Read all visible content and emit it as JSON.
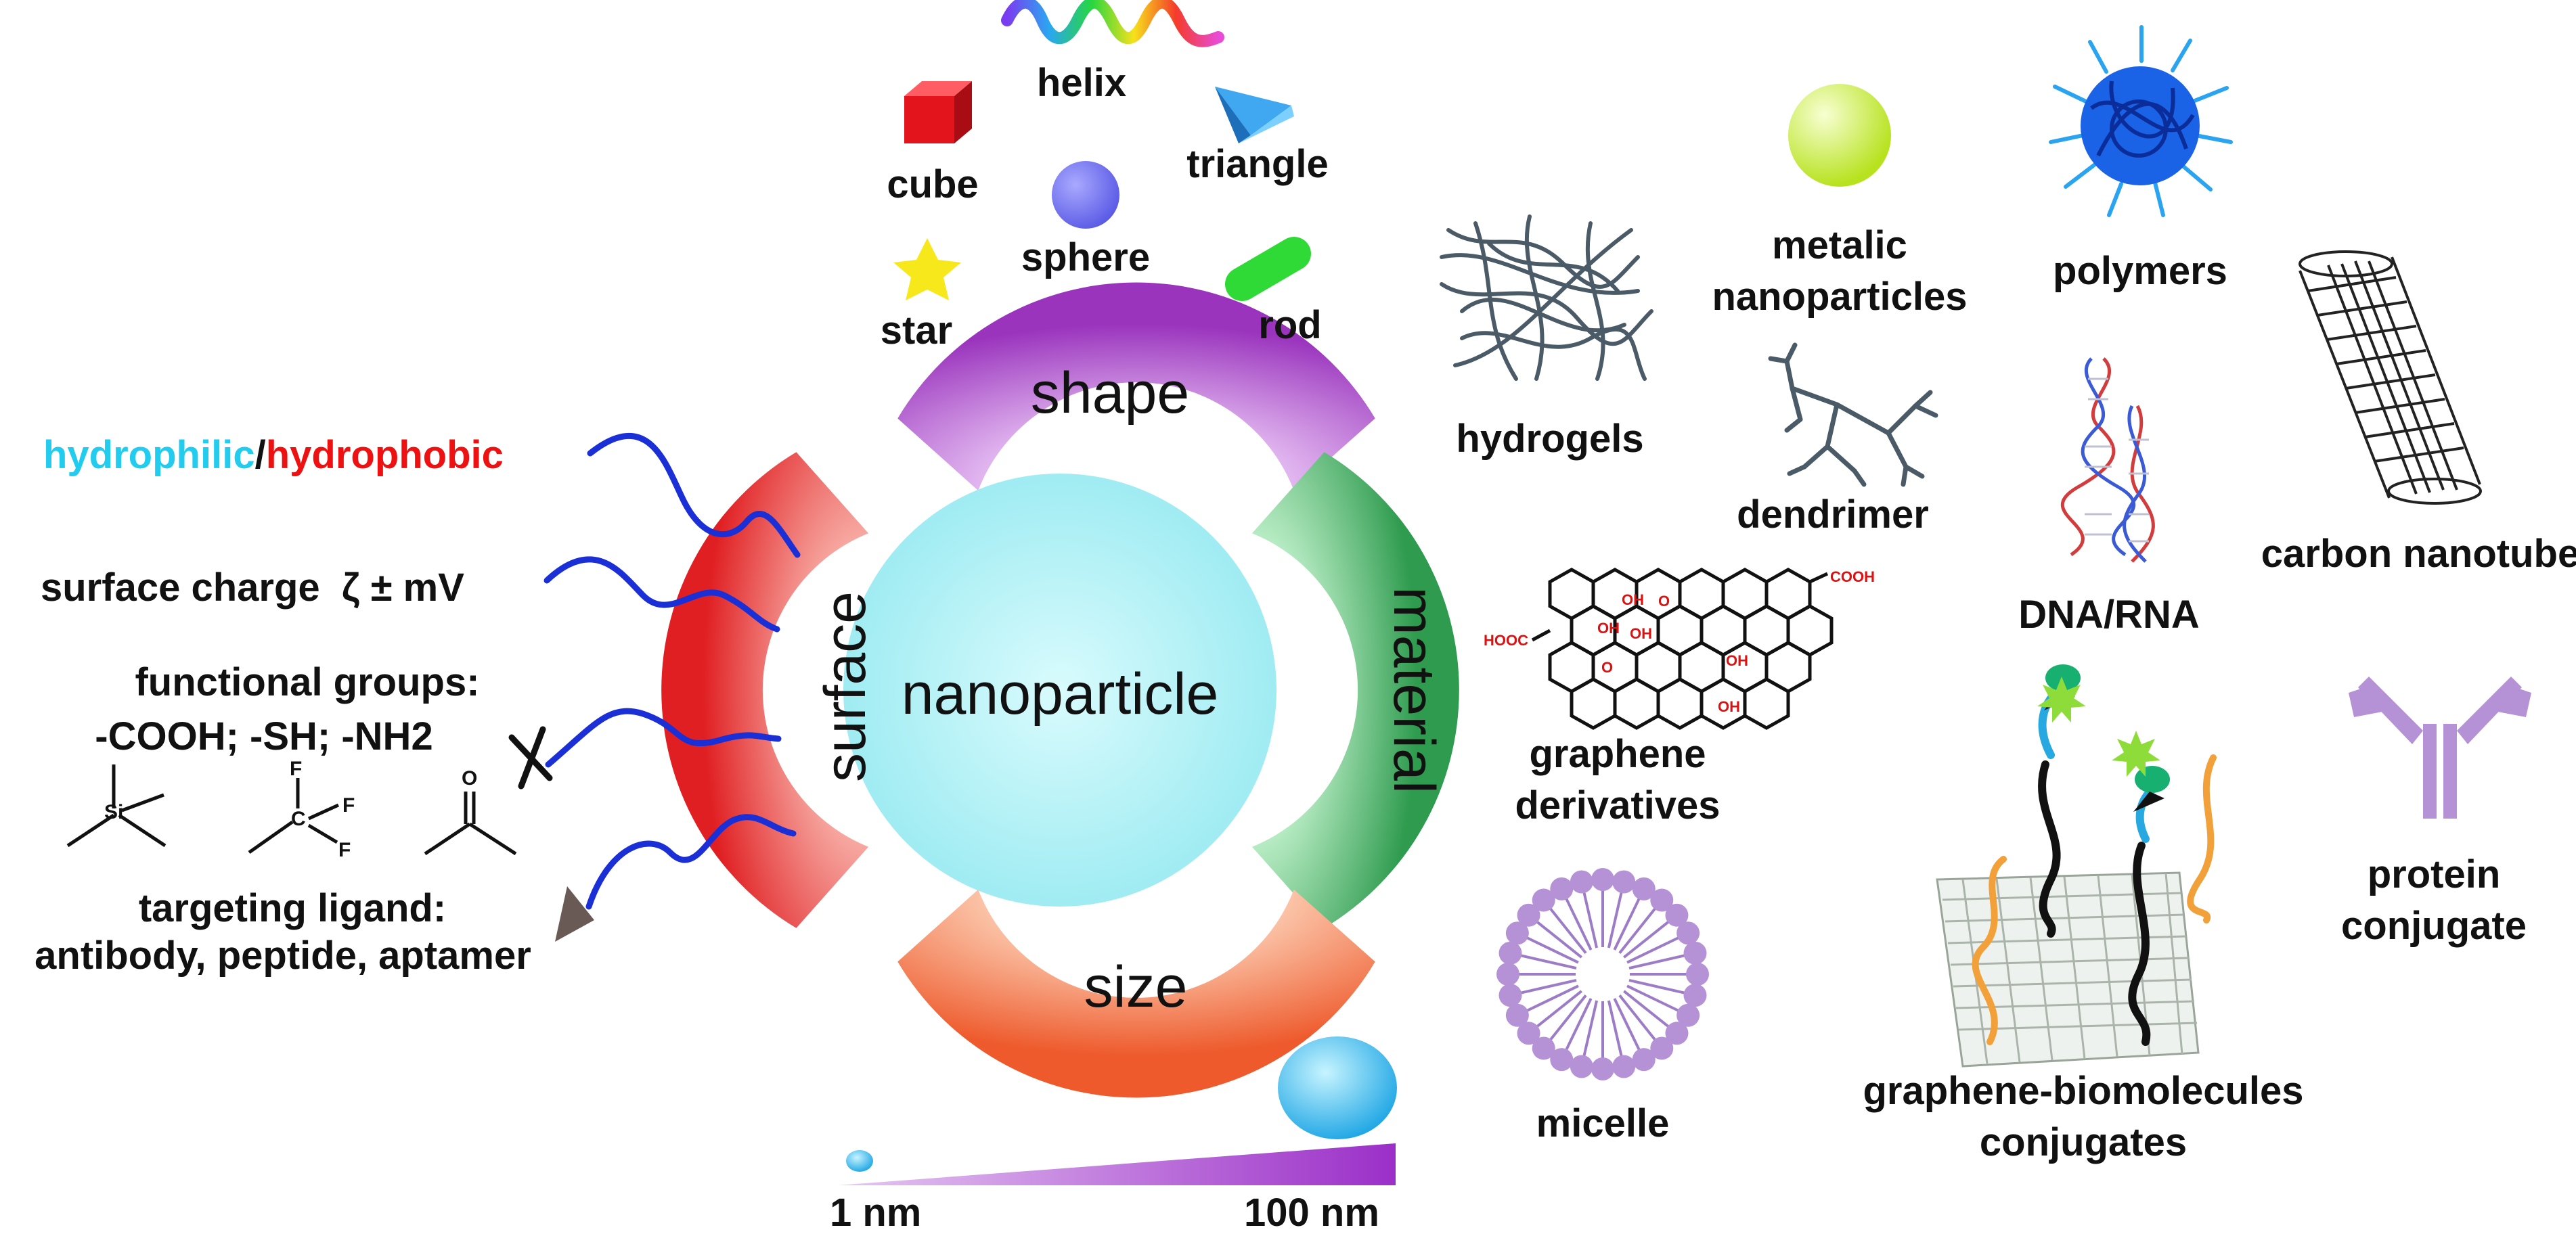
{
  "center": {
    "label": "nanoparticle"
  },
  "segments": {
    "shape": "shape",
    "material": "material",
    "size": "size",
    "surface": "surface"
  },
  "shapes": {
    "helix": "helix",
    "cube": "cube",
    "triangle": "triangle",
    "sphere": "sphere",
    "star": "star",
    "rod": "rod"
  },
  "surface_props": {
    "hydrophilic": "hydrophilic",
    "separator": "/",
    "hydrophobic": "hydrophobic",
    "charge": "surface charge  ζ ± mV",
    "functional_title": "functional groups:",
    "functional_list": "-COOH; -SH; -NH2",
    "ligand_title": "targeting ligand:",
    "ligand_list": "antibody, peptide, aptamer",
    "atom_si": "Si",
    "atom_c": "C",
    "atom_f": "F",
    "atom_o": "O"
  },
  "size_scale": {
    "min": "1 nm",
    "max": "100 nm"
  },
  "materials": {
    "hydrogels": "hydrogels",
    "metalic_1": "metalic",
    "metalic_2": "nanoparticles",
    "polymers": "polymers",
    "dendrimer": "dendrimer",
    "dna": "DNA/RNA",
    "nanotube": "carbon nanotube",
    "graphene_1": "graphene",
    "graphene_2": "derivatives",
    "micelle": "micelle",
    "gbio_1": "graphene-biomolecules",
    "gbio_2": "conjugates",
    "protein_1": "protein",
    "protein_2": "conjugate"
  },
  "graphene_groups": {
    "cooh": "COOH",
    "hooc": "HOOC",
    "oh": "OH",
    "o": "O"
  },
  "colors": {
    "hydrophilic": "#22ccee",
    "hydrophobic": "#ee1111",
    "chain": "#1a2fd6",
    "core": "#a8f0f4",
    "shape_seg": "#a23fc4",
    "material_seg": "#3aaa5a",
    "size_seg": "#f06a3a",
    "surface_seg": "#e8272a"
  }
}
